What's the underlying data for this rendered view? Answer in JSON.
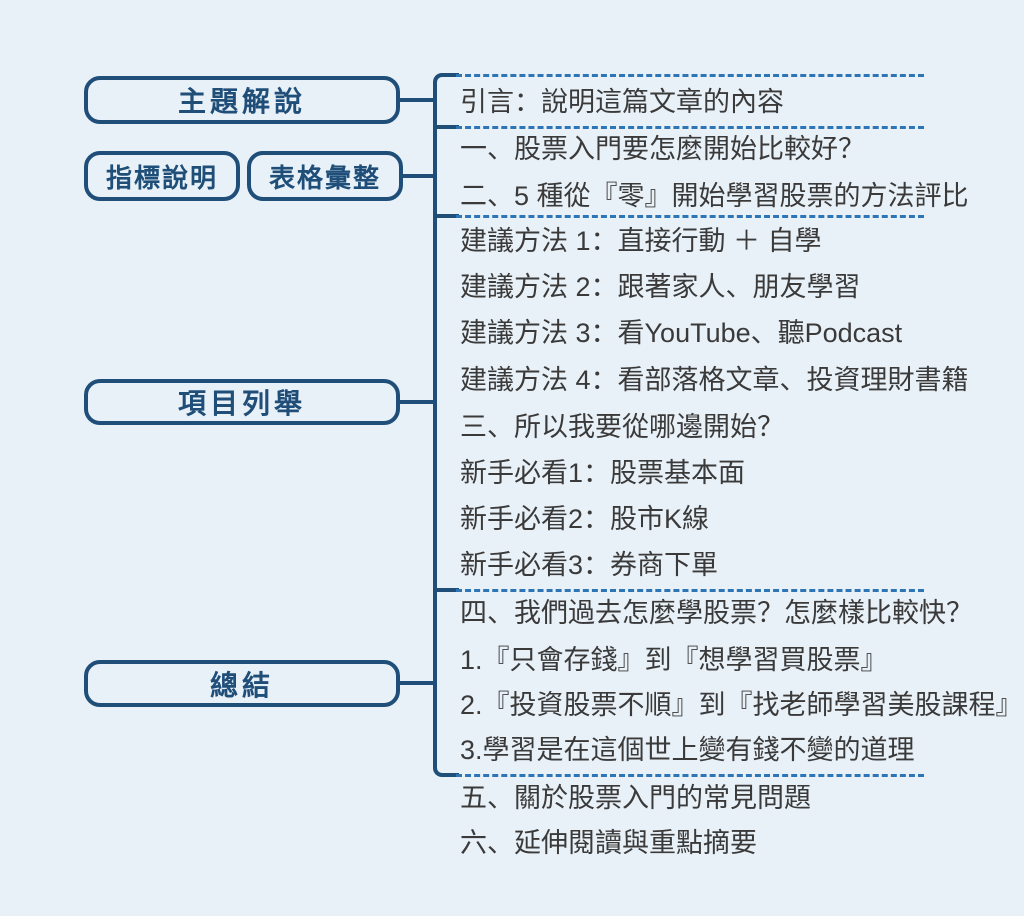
{
  "palette": {
    "background": "#E9F1F8",
    "outline_color": "#1F4E79",
    "dash_color": "#2E75B6",
    "item_text_color": "#3A3A3A"
  },
  "nodes": {
    "topic": {
      "label": "主題解說"
    },
    "indicator": {
      "label": "指標說明"
    },
    "table": {
      "label": "表格彙整"
    },
    "items": {
      "label": "項目列舉"
    },
    "summary": {
      "label": "總結"
    }
  },
  "sections": [
    {
      "items": [
        "引言：說明這篇文章的內容"
      ]
    },
    {
      "items": [
        "一、股票入門要怎麼開始比較好？",
        "二、5 種從『零』開始學習股票的方法評比"
      ]
    },
    {
      "items": [
        "建議方法 1：直接行動 ＋ 自學",
        "建議方法 2：跟著家人、朋友學習",
        "建議方法 3：看YouTube、聽Podcast",
        "建議方法 4：看部落格文章、投資理財書籍",
        "三、所以我要從哪邊開始？",
        "新手必看1：股票基本面",
        "新手必看2：股市K線",
        "新手必看3：券商下單"
      ]
    },
    {
      "items": [
        "四、我們過去怎麼學股票？怎麼樣比較快？",
        "1.『只會存錢』到『想學習買股票』",
        "2.『投資股票不順』到『找老師學習美股課程』",
        "3.學習是在這個世上變有錢不變的道理"
      ]
    },
    {
      "items": [
        "五、關於股票入門的常見問題",
        "六、延伸閱讀與重點摘要"
      ]
    }
  ]
}
